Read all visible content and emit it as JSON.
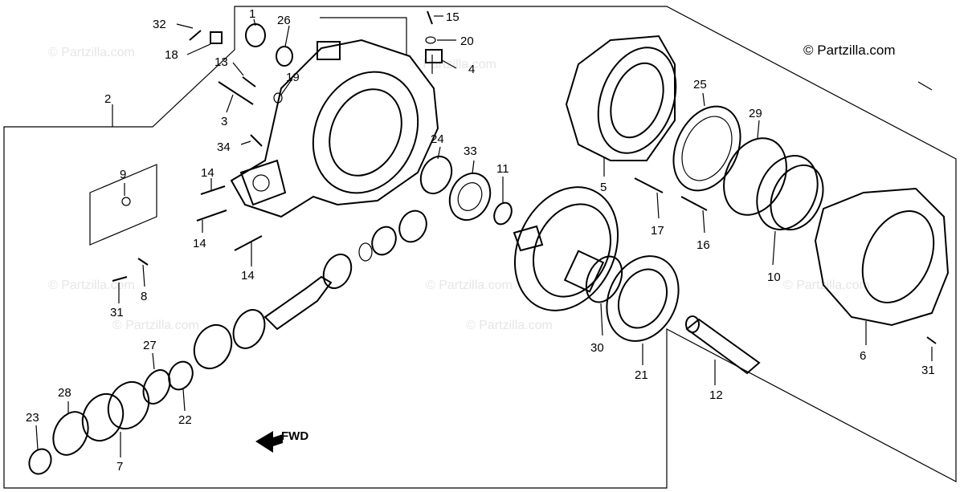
{
  "copyright": "© Partzilla.com",
  "watermarks": [
    "© Partzilla.com",
    "© Partzilla.com",
    "© Partzilla.com",
    "© Partzilla.com",
    "© Partzilla.com",
    "© Partzilla.com",
    "© Partzilla.com"
  ],
  "fwd_label": "FWD",
  "callouts": {
    "c1": "1",
    "c2": "2",
    "c3": "3",
    "c4": "4",
    "c5": "5",
    "c6": "6",
    "c7": "7",
    "c8": "8",
    "c9": "9",
    "c10": "10",
    "c11": "11",
    "c12": "12",
    "c13": "13",
    "c14a": "14",
    "c14b": "14",
    "c14c": "14",
    "c15": "15",
    "c16": "16",
    "c17": "17",
    "c18": "18",
    "c19": "19",
    "c20": "20",
    "c21": "21",
    "c22": "22",
    "c23": "23",
    "c24": "24",
    "c25": "25",
    "c26": "26",
    "c27": "27",
    "c28": "28",
    "c29": "29",
    "c30": "30",
    "c31a": "31",
    "c31b": "31",
    "c32": "32",
    "c33": "33",
    "c34": "34"
  }
}
